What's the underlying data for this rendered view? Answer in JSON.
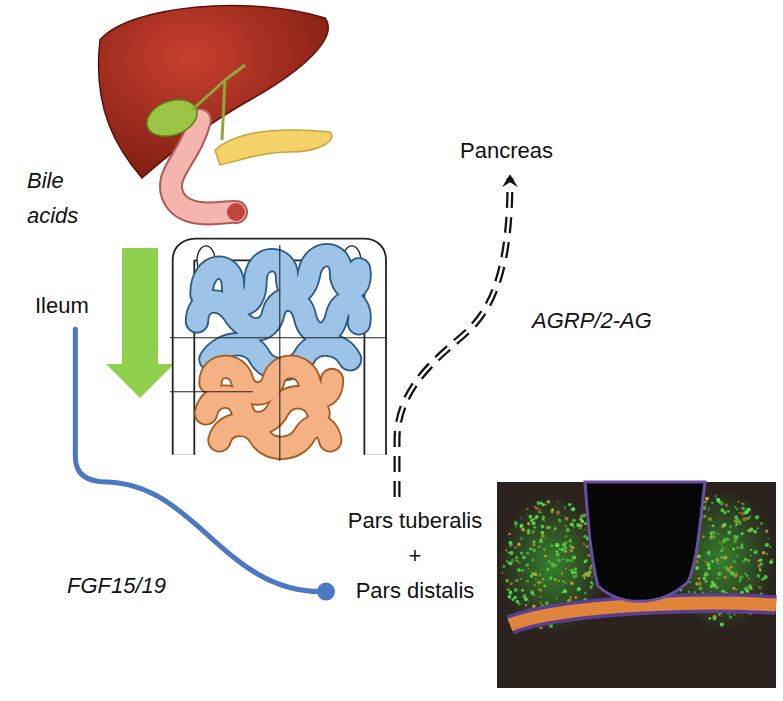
{
  "diagram": {
    "nodes": [
      {
        "text": [
          "Pancreas"
        ]
      },
      {
        "text": [
          "Ileum"
        ]
      },
      {
        "text": [
          "Pars tuberalis + Pars distalis"
        ]
      }
    ],
    "edges": [
      {
        "from": 1,
        "to": 2,
        "arrow": "none",
        "label": "FGF15/19"
      },
      {
        "from": 2,
        "to": 0,
        "arrow": "to",
        "label": "AGRP/2-AG"
      }
    ],
    "labels": [
      "Bile acids"
    ]
  }
}
